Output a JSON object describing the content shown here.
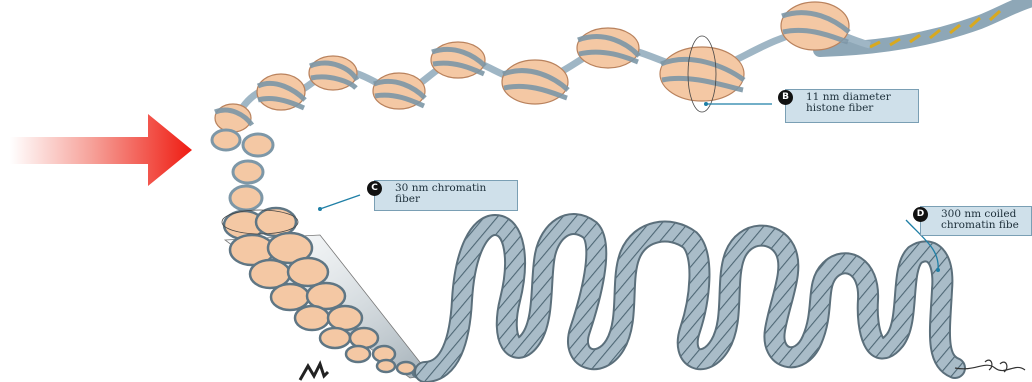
{
  "colors": {
    "histone_fill": "#f4c8a4",
    "histone_edge": "#b9825d",
    "dna_fill": "#9fb6c5",
    "dna_edge": "#55707f",
    "fiber_stroke": "#6b6b6b",
    "callout_fill": "#cfe0ea",
    "callout_border": "#7a9fb4",
    "leader_line": "#1f7fa6",
    "arrow_start": "#ffffff",
    "arrow_end": "#ef1c12"
  },
  "callouts": {
    "b": {
      "badge": "B",
      "line1": "11 nm diameter",
      "line2": "histone fiber"
    },
    "c": {
      "badge": "C",
      "line1": "30 nm chromatin",
      "line2": "fiber"
    },
    "d": {
      "badge": "D",
      "line1": "300 nm coiled",
      "line2": "chromatin fibe"
    }
  },
  "icons": {
    "pointer": "red-gradient-arrow-icon"
  }
}
